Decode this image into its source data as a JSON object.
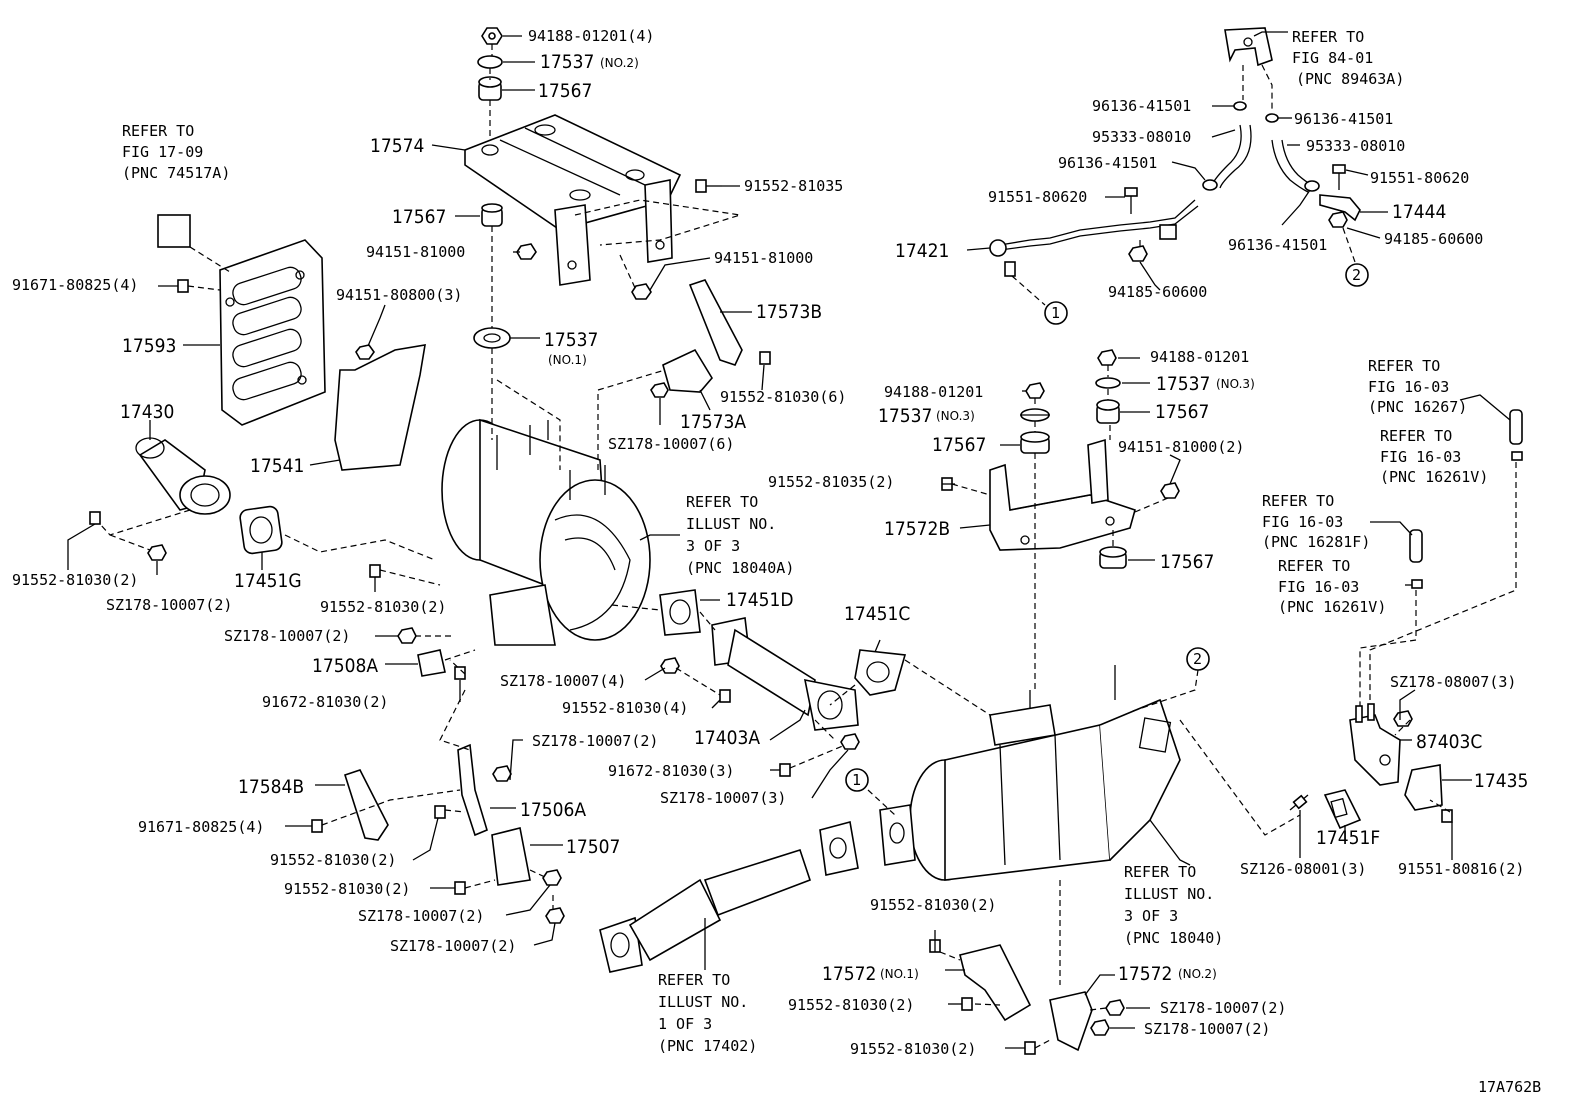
{
  "diagram_code": "17A762B",
  "notes": {
    "fig_17_09": [
      "REFER TO",
      "FIG 17-09",
      "(PNC 74517A)"
    ],
    "fig_84_01": [
      "REFER TO",
      "FIG 84-01",
      "(PNC 89463A)"
    ],
    "illust_3of3_a": [
      "REFER TO",
      "ILLUST NO.",
      "3 OF 3",
      "(PNC 18040A)"
    ],
    "illust_3of3_b": [
      "REFER TO",
      "ILLUST NO.",
      "3 OF 3",
      "(PNC 18040)"
    ],
    "illust_1of3": [
      "REFER TO",
      "ILLUST NO.",
      "1 OF 3",
      "(PNC 17402)"
    ],
    "fig_16_03_16267": [
      "REFER TO",
      "FIG 16-03",
      "(PNC 16267)"
    ],
    "fig_16_03_16261v_a": [
      "REFER TO",
      "FIG 16-03",
      "(PNC 16261V)"
    ],
    "fig_16_03_16281f": [
      "REFER TO",
      "FIG 16-03",
      "(PNC 16281F)"
    ],
    "fig_16_03_16261v_b": [
      "REFER TO",
      "FIG 16-03",
      "(PNC 16261V)"
    ]
  },
  "callouts": {
    "one": "1",
    "two": "2"
  },
  "parts": {
    "p94188_01201_4": "94188-01201(4)",
    "p17537_no2": "17537",
    "p17537_no2_suffix": "(NO.2)",
    "p17567_top": "17567",
    "p17574": "17574",
    "p91552_81035": "91552-81035",
    "p17567_mid": "17567",
    "p94151_81000_a": "94151-81000",
    "p94151_81000_b": "94151-81000",
    "p94151_80800_3": "94151-80800(3)",
    "p17573b": "17573B",
    "p17537_no1": "17537",
    "p17537_no1_suffix": "(NO.1)",
    "p91552_81030_6": "91552-81030(6)",
    "p17573a": "17573A",
    "psz178_10007_6": "SZ178-10007(6)",
    "p91671_80825_4_a": "91671-80825(4)",
    "p17593": "17593",
    "p17430": "17430",
    "p17541": "17541",
    "p91552_81030_2_a": "91552-81030(2)",
    "psz178_10007_2_a": "SZ178-10007(2)",
    "p17451g": "17451G",
    "p91552_81030_2_b": "91552-81030(2)",
    "psz178_10007_2_b": "SZ178-10007(2)",
    "p17508a": "17508A",
    "p91672_81030_2": "91672-81030(2)",
    "p17451d": "17451D",
    "p17451c": "17451C",
    "psz178_10007_4": "SZ178-10007(4)",
    "p91552_81030_4": "91552-81030(4)",
    "p17403a": "17403A",
    "psz178_10007_2_c": "SZ178-10007(2)",
    "p91672_81030_3": "91672-81030(3)",
    "psz178_10007_3": "SZ178-10007(3)",
    "p17584b": "17584B",
    "p17506a": "17506A",
    "p91671_80825_4_b": "91671-80825(4)",
    "p91552_81030_2_c": "91552-81030(2)",
    "p17507": "17507",
    "p91552_81030_2_d": "91552-81030(2)",
    "psz178_10007_2_d": "SZ178-10007(2)",
    "psz178_10007_2_e": "SZ178-10007(2)",
    "p96136_41501_a": "96136-41501",
    "p96136_41501_b": "96136-41501",
    "p95333_08010_a": "95333-08010",
    "p95333_08010_b": "95333-08010",
    "p96136_41501_c": "96136-41501",
    "p91551_80620_a": "91551-80620",
    "p91551_80620_b": "91551-80620",
    "p17444": "17444",
    "p17421": "17421",
    "p96136_41501_d": "96136-41501",
    "p94185_60600_a": "94185-60600",
    "p94185_60600_b": "94185-60600",
    "p94188_01201_a": "94188-01201",
    "p17537_no3_a": "17537",
    "p17537_no3_a_suffix": "(NO.3)",
    "p94188_01201_b": "94188-01201",
    "p17537_no3_b": "17537",
    "p17537_no3_b_suffix": "(NO.3)",
    "p17567_r1": "17567",
    "p17567_r2": "17567",
    "p94151_81000_2": "94151-81000(2)",
    "p91552_81035_2": "91552-81035(2)",
    "p17572b": "17572B",
    "p17567_r3": "17567",
    "psz178_08007_3": "SZ178-08007(3)",
    "p87403c": "87403C",
    "p17435": "17435",
    "p17451f": "17451F",
    "psz126_08001_3": "SZ126-08001(3)",
    "p91551_80816_2": "91551-80816(2)",
    "p91552_81030_2_e": "91552-81030(2)",
    "p17572_no1": "17572",
    "p17572_no1_suffix": "(NO.1)",
    "p91552_81030_2_f": "91552-81030(2)",
    "p17572_no2": "17572",
    "p17572_no2_suffix": "(NO.2)",
    "psz178_10007_2_f": "SZ178-10007(2)",
    "psz178_10007_2_g": "SZ178-10007(2)",
    "p91552_81030_2_g": "91552-81030(2)"
  }
}
